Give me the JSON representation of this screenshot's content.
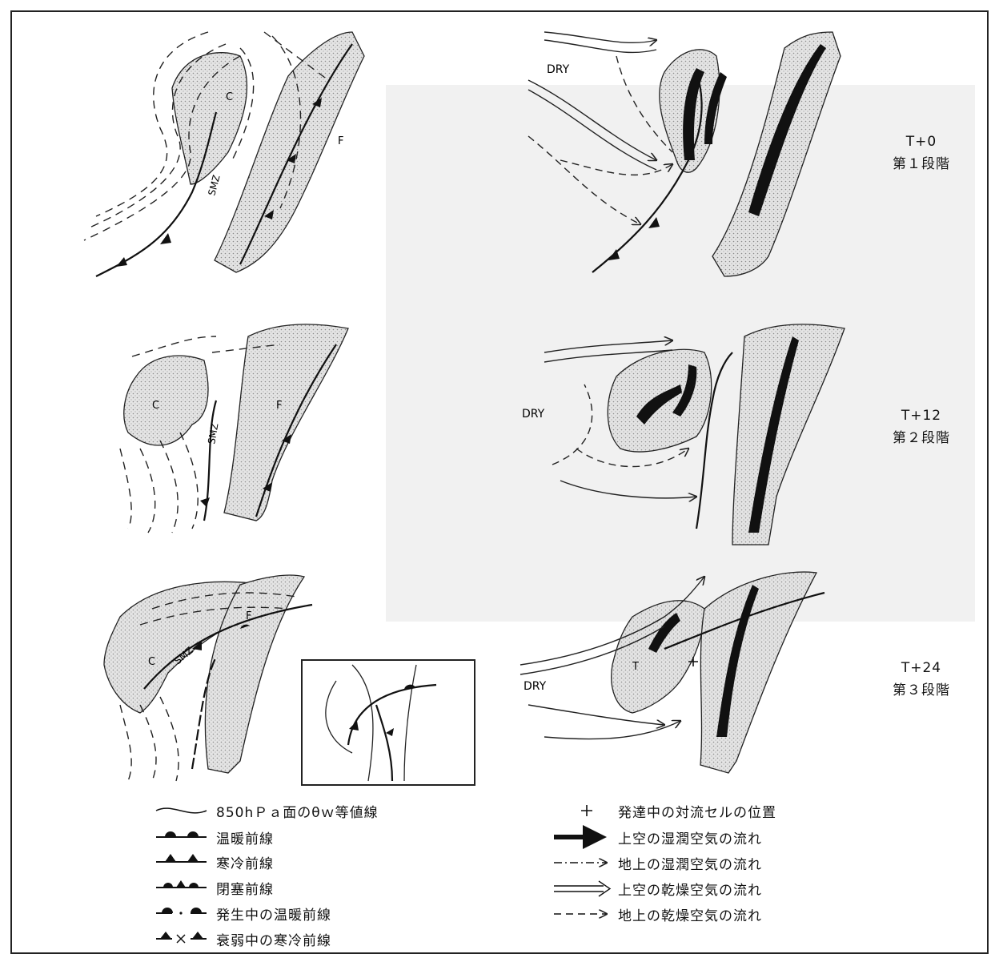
{
  "stages": [
    {
      "time": "T+0",
      "phase": "第１段階"
    },
    {
      "time": "T+12",
      "phase": "第２段階"
    },
    {
      "time": "T+24",
      "phase": "第３段階"
    }
  ],
  "map_labels": {
    "dry": "DRY",
    "cold": "C",
    "front": "F",
    "smz": "SMZ",
    "t": "T"
  },
  "legend_left": [
    {
      "symbol": "theta-w-isoline",
      "text": "850hＰａ面のθｗ等値線"
    },
    {
      "symbol": "warm-front",
      "text": "温暖前線"
    },
    {
      "symbol": "cold-front",
      "text": "寒冷前線"
    },
    {
      "symbol": "occluded-front",
      "text": "閉塞前線"
    },
    {
      "symbol": "developing-warm-front",
      "text": "発生中の温暖前線"
    },
    {
      "symbol": "weakening-cold-front",
      "text": "衰弱中の寒冷前線"
    }
  ],
  "legend_right": [
    {
      "symbol": "plus",
      "text": "発達中の対流セルの位置"
    },
    {
      "symbol": "thick-arrow",
      "text": "上空の湿潤空気の流れ"
    },
    {
      "symbol": "dashdot-arrow",
      "text": "地上の湿潤空気の流れ"
    },
    {
      "symbol": "double-arrow",
      "text": "上空の乾燥空気の流れ"
    },
    {
      "symbol": "dash-arrow",
      "text": "地上の乾燥空気の流れ"
    }
  ]
}
